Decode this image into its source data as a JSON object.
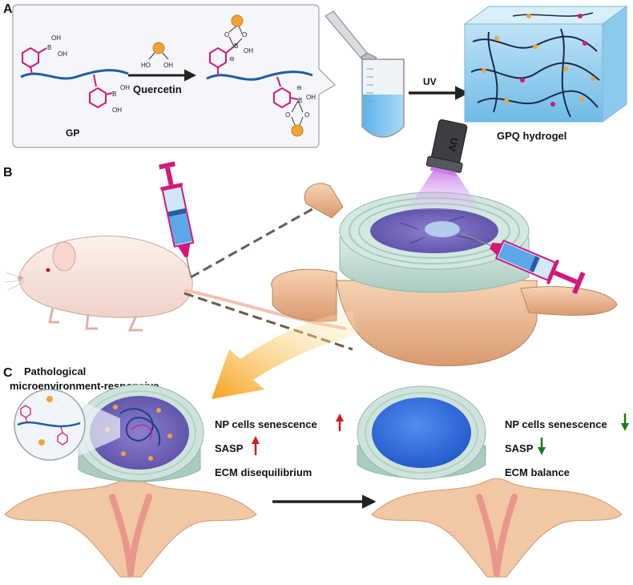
{
  "panels": {
    "a": "A",
    "b": "B",
    "c": "C"
  },
  "panel_a": {
    "reagent": "Quercetin",
    "polymer": "GP",
    "uv": "UV",
    "product": "GPQ hydrogel",
    "chem_oh": "OH",
    "chem_ho": "HO",
    "chem_b": "B",
    "chem_o": "O",
    "chem_minus": "⊖"
  },
  "panel_b": {
    "uv_lamp": "UV"
  },
  "panel_c": {
    "title_line1": "Pathological",
    "title_line2": "microenvironment-responsive",
    "left_list": [
      "NP cells senescence",
      "SASP",
      "ECM disequilibrium"
    ],
    "right_list": [
      "NP cells senescence",
      "SASP",
      "ECM balance"
    ]
  },
  "colors": {
    "magenta": "#d4187a",
    "polymer_blue": "#1f5f9e",
    "up_arrow": "#d21a1a",
    "down_arrow": "#1a7a1a",
    "quercetin": "#f0a438",
    "disc_ring": "#cfe3dc",
    "nucleus_purple": "#6a5db0",
    "nucleus_healthy": "#2a6ad9",
    "bone": "#f2c7a3"
  }
}
